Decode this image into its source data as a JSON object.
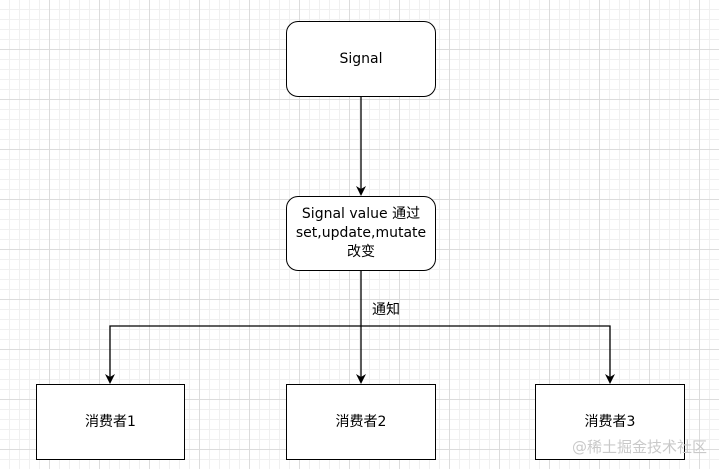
{
  "diagram": {
    "nodes": {
      "signal": "Signal",
      "value": "Signal value 通过set,update,mutate改变",
      "consumer_1": "消费者1",
      "consumer_2": "消费者2",
      "consumer_3": "消费者3"
    },
    "edges": {
      "notify_label": "通知"
    },
    "line_color": "#000000"
  },
  "watermark": {
    "text": "@稀土掘金技术社区"
  }
}
